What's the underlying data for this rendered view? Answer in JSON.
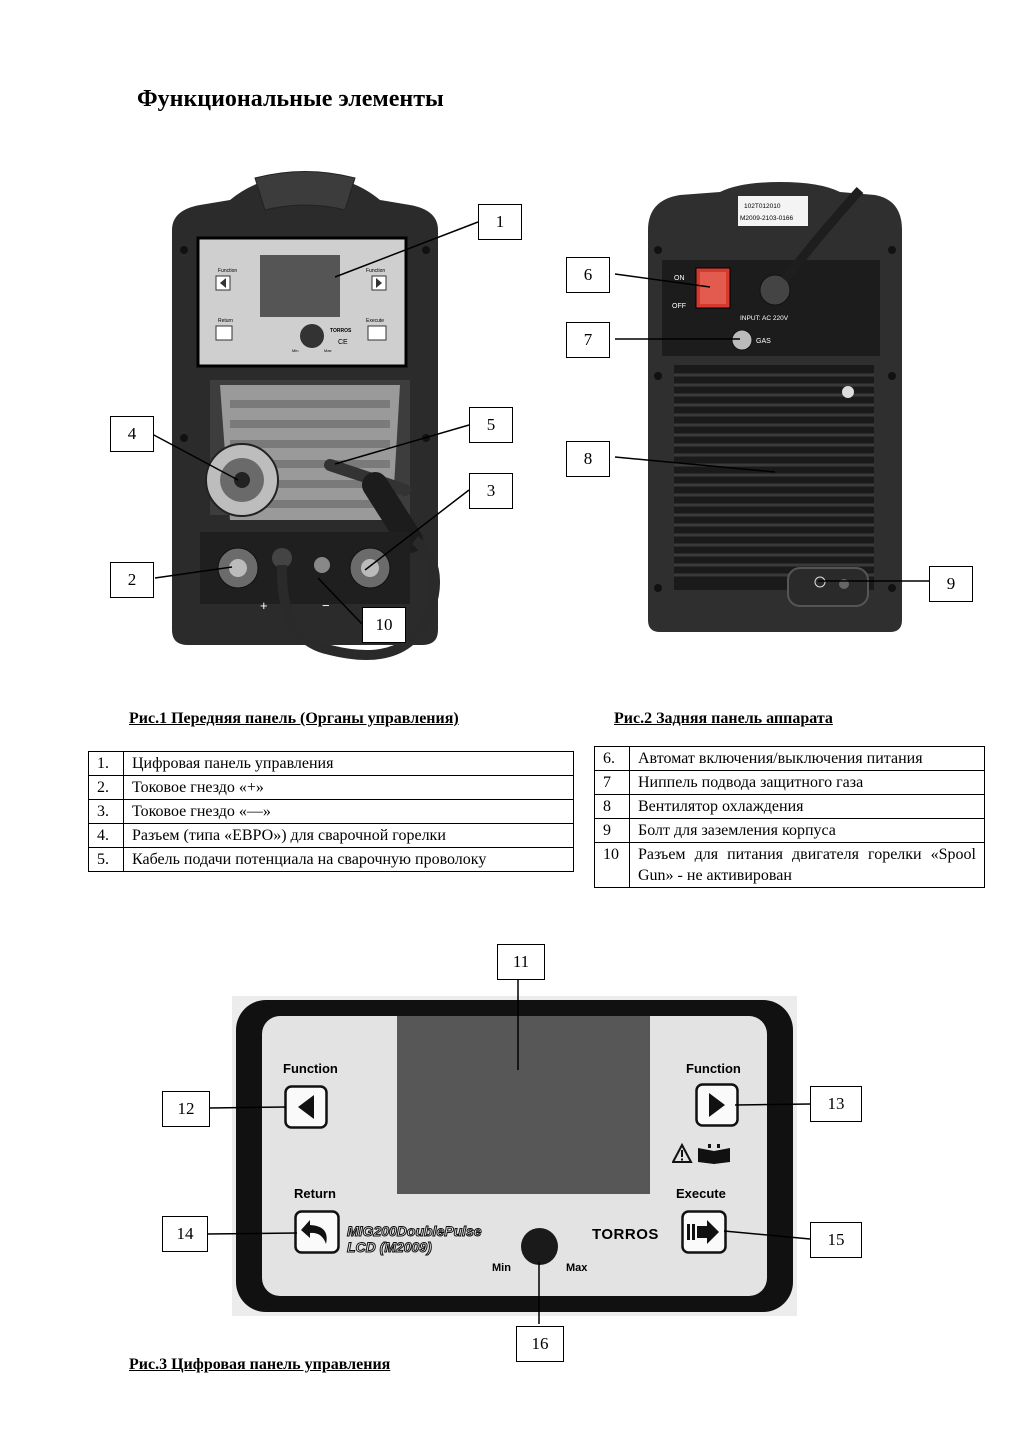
{
  "heading": "Функциональные элементы",
  "callouts": [
    "1",
    "2",
    "3",
    "4",
    "5",
    "6",
    "7",
    "8",
    "9",
    "10",
    "11",
    "12",
    "13",
    "14",
    "15",
    "16"
  ],
  "captions": {
    "fig1": "Рис.1 Передняя панель (Органы управления)",
    "fig2": "Рис.2 Задняя панель аппарата",
    "fig3": "Рис.3 Цифровая панель управления"
  },
  "table_front": [
    {
      "n": "1.",
      "text": "Цифровая панель управления"
    },
    {
      "n": "2.",
      "text": "Токовое гнездо «+»"
    },
    {
      "n": "3.",
      "text": "Токовое гнездо «—»"
    },
    {
      "n": "4.",
      "text": "Разъем (типа «ЕВРО») для сварочной горелки"
    },
    {
      "n": "5.",
      "text": "Кабель подачи потенциала на сварочную проволоку"
    }
  ],
  "table_rear": [
    {
      "n": "6.",
      "text": "Автомат включения/выключения питания"
    },
    {
      "n": "7",
      "text": "Ниппель подвода защитного газа"
    },
    {
      "n": "8",
      "text": "Вентилятор охлаждения"
    },
    {
      "n": "9",
      "text": "Болт для заземления корпуса"
    },
    {
      "n": "10",
      "text": "Разъем для питания двигателя горелки «Spool Gun» - не активирован"
    }
  ],
  "panel": {
    "function_left": "Function",
    "function_right": "Function",
    "return": "Return",
    "execute": "Execute",
    "model_line1": "MIG200DoublePulse",
    "model_line2": "LCD (M2009)",
    "brand": "TORROS",
    "min": "Min",
    "max": "Max"
  },
  "rear": {
    "label_on": "ON",
    "label_off": "OFF",
    "input_label": "INPUT: AC 220V",
    "gas_label": "GAS",
    "serial1": "102T012010",
    "serial2": "M2009-2103-0166"
  },
  "front": {
    "plus": "+",
    "minus": "−",
    "mini_function_left": "Function",
    "mini_function_right": "Function",
    "mini_return": "Return",
    "mini_execute": "Execute",
    "mini_brand": "TORROS",
    "mini_ce": "CE",
    "mini_min": "Min",
    "mini_max": "Max"
  },
  "colors": {
    "device_dark": "#2e2e2e",
    "device_mid": "#4a4a4a",
    "panel_light": "#d9d9d9",
    "screen": "#555555"
  }
}
